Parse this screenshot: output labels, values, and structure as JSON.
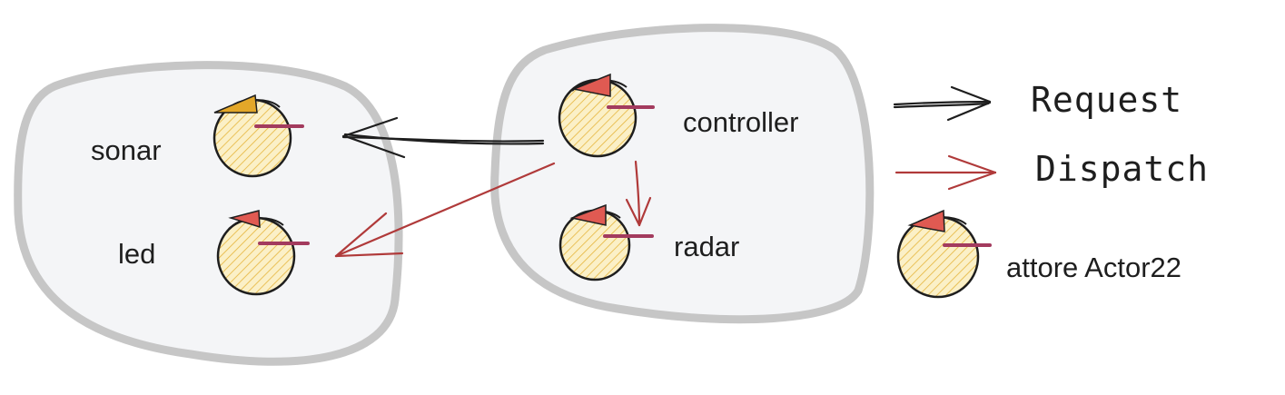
{
  "nodes": {
    "sonar": "sonar",
    "led": "led",
    "controller": "controller",
    "radar": "radar"
  },
  "legend": {
    "request": "Request",
    "dispatch": "Dispatch",
    "actor": "attore Actor22"
  },
  "colors": {
    "container_fill": "#f4f5f7",
    "container_stroke": "#c6c6c6",
    "actor_fill": "#fbf0c7",
    "actor_hatch": "#e6b53c",
    "arrow_request": "#1e1e1e",
    "arrow_dispatch": "#b03a3a",
    "actor_flag": "#e05a52",
    "actor_flag_sonar": "#e3a729",
    "actor_bar": "#a33b5e"
  }
}
